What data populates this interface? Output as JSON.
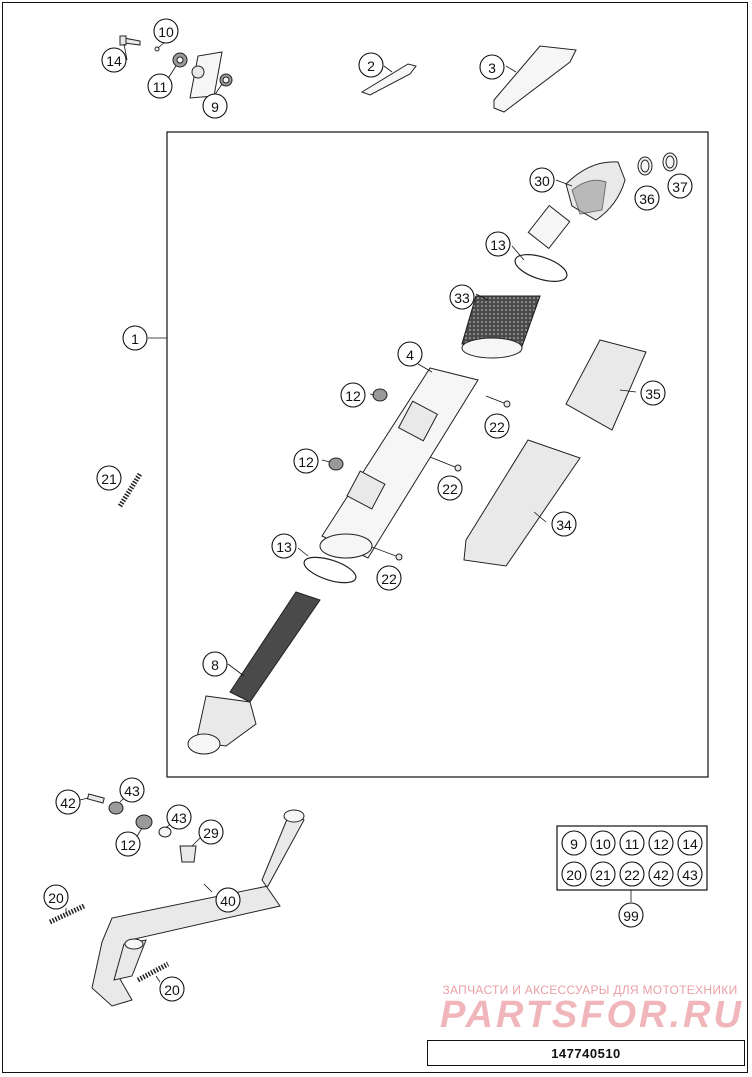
{
  "diagram": {
    "callouts": [
      {
        "id": "c14",
        "label": "14"
      },
      {
        "id": "c10",
        "label": "10"
      },
      {
        "id": "c11",
        "label": "11"
      },
      {
        "id": "c9",
        "label": "9"
      },
      {
        "id": "c2",
        "label": "2"
      },
      {
        "id": "c3",
        "label": "3"
      },
      {
        "id": "c30",
        "label": "30"
      },
      {
        "id": "c36",
        "label": "36"
      },
      {
        "id": "c37",
        "label": "37"
      },
      {
        "id": "c13a",
        "label": "13"
      },
      {
        "id": "c33",
        "label": "33"
      },
      {
        "id": "c1",
        "label": "1"
      },
      {
        "id": "c4",
        "label": "4"
      },
      {
        "id": "c12a",
        "label": "12"
      },
      {
        "id": "c35",
        "label": "35"
      },
      {
        "id": "c22a",
        "label": "22"
      },
      {
        "id": "c12b",
        "label": "12"
      },
      {
        "id": "c22b",
        "label": "22"
      },
      {
        "id": "c21",
        "label": "21"
      },
      {
        "id": "c34",
        "label": "34"
      },
      {
        "id": "c13b",
        "label": "13"
      },
      {
        "id": "c22c",
        "label": "22"
      },
      {
        "id": "c8",
        "label": "8"
      },
      {
        "id": "c42",
        "label": "42"
      },
      {
        "id": "c43a",
        "label": "43"
      },
      {
        "id": "c43b",
        "label": "43"
      },
      {
        "id": "c29",
        "label": "29"
      },
      {
        "id": "c12c",
        "label": "12"
      },
      {
        "id": "c40",
        "label": "40"
      },
      {
        "id": "c20a",
        "label": "20"
      },
      {
        "id": "c20b",
        "label": "20"
      },
      {
        "id": "c99",
        "label": "99"
      }
    ],
    "kit_grid": [
      "9",
      "10",
      "11",
      "12",
      "14",
      "20",
      "21",
      "22",
      "42",
      "43"
    ]
  },
  "watermark": {
    "line1": "ЗАПЧАСТИ И АКСЕССУАРЫ ДЛЯ МОТОТЕХНИКИ",
    "line2": "PARTSFOR.RU"
  },
  "footer": {
    "code": "147740510"
  },
  "colors": {
    "line": "#111111",
    "watermark": "#e9a0a6"
  }
}
